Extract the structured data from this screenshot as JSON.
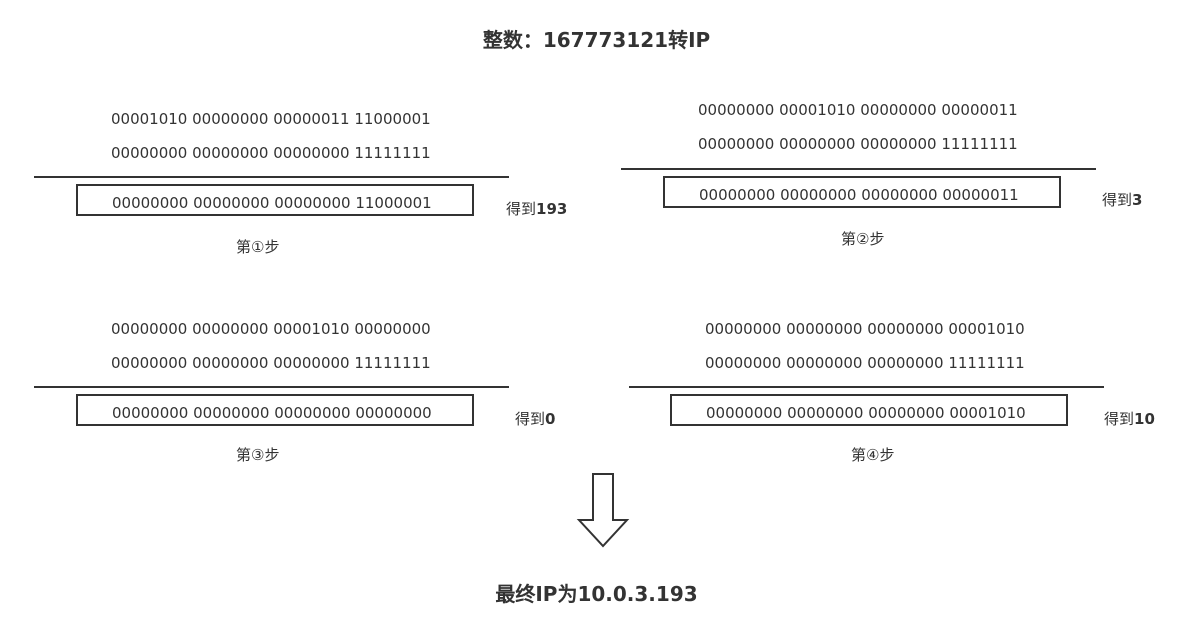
{
  "title": "整数：167773121转IP",
  "result_prefix": "得到",
  "steps": [
    {
      "operand_a": "00001010 00000000 00000011 11000001",
      "operand_b": "00000000 00000000 00000000 11111111",
      "result_bits": "00000000 00000000 00000000 11000001",
      "result_value": "193",
      "caption": "第①步"
    },
    {
      "operand_a": "00000000 00001010 00000000 00000011",
      "operand_b": "00000000 00000000 00000000 11111111",
      "result_bits": "00000000 00000000 00000000 00000011",
      "result_value": "3",
      "caption": "第②步"
    },
    {
      "operand_a": "00000000 00000000 00001010 00000000",
      "operand_b": "00000000 00000000 00000000 11111111",
      "result_bits": "00000000 00000000 00000000 00000000",
      "result_value": "0",
      "caption": "第③步"
    },
    {
      "operand_a": "00000000 00000000 00000000 00001010",
      "operand_b": "00000000 00000000 00000000 11111111",
      "result_bits": "00000000 00000000 00000000 00001010",
      "result_value": "10",
      "caption": "第④步"
    }
  ],
  "final": "最终IP为10.0.3.193",
  "colors": {
    "ink": "#333333",
    "background": "#ffffff"
  },
  "icons": {
    "arrow": "down-arrow-icon"
  }
}
